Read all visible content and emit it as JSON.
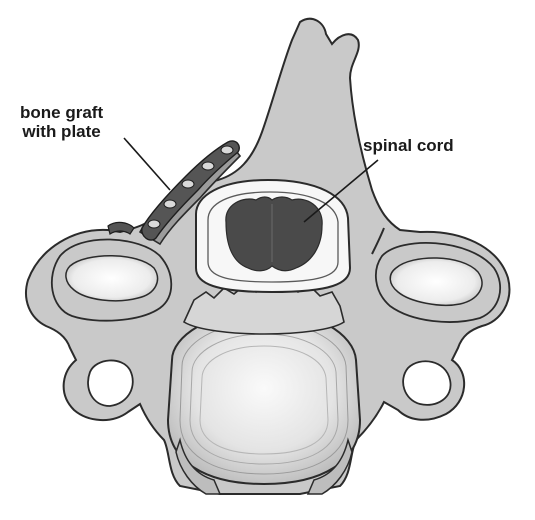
{
  "labels": {
    "bone_graft_line1": "bone graft",
    "bone_graft_line2": "with plate",
    "spinal_cord": "spinal cord"
  },
  "colors": {
    "bone": "#c9c9c9",
    "bone_light": "#e6e6e6",
    "outline": "#2b2b2b",
    "cord": "#4a4a4a",
    "canal": "#f7f7f7",
    "plate": "#555555",
    "text": "#1a1a1a"
  }
}
